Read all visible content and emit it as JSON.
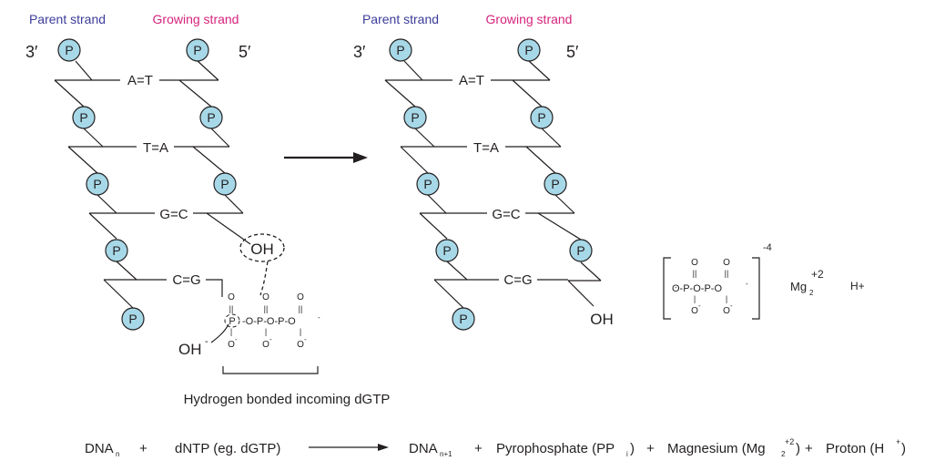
{
  "diagram": {
    "labels": {
      "parent_strand": "Parent strand",
      "growing_strand": "Growing strand",
      "three_prime": "3′",
      "five_prime": "5′",
      "phosphate": "P",
      "hydroxyl": "OH",
      "hydroxide": "OH",
      "hydroxide_charge": "-",
      "incoming_caption": "Hydrogen bonded incoming dGTP"
    },
    "base_pairs_before": [
      "A=T",
      "T=A",
      "G=C",
      "C=G"
    ],
    "base_pairs_after": [
      "A=T",
      "T=A",
      "G=C",
      "C=G"
    ],
    "triphosphate": {
      "oxygen": "O",
      "double_bond": "||",
      "single_bond": "|",
      "charge": "-",
      "backbone_phosphorus": "P",
      "chain": "-O-P-O-P-O"
    },
    "pyrophosphate": {
      "chain": "O-P-O-P-O",
      "charge": "-4",
      "magnesium": "Mg",
      "magnesium_sub": "2",
      "magnesium_sup": "+2",
      "proton": "H+"
    },
    "equation": {
      "dna_n": "DNA",
      "dna_n_sub": "n",
      "plus": "+",
      "dntp": "dNTP (eg. dGTP)",
      "dna_n1": "DNA",
      "dna_n1_sub": "n+1",
      "pyro": "Pyrophosphate (PP",
      "pyro_sub": "i",
      "close_paren": ")",
      "mg": "Magnesium (Mg",
      "mg_sub": "2",
      "mg_sup": "+2",
      "proton": "Proton (H",
      "proton_sup": "+"
    },
    "colors": {
      "parent": "#3c3c9a",
      "growing": "#d6237c",
      "phosphate_fill": "#a7d8e8",
      "ink": "#231f20"
    }
  }
}
